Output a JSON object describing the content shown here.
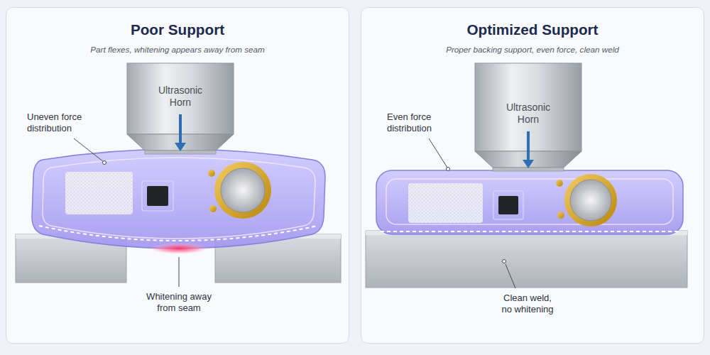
{
  "diagram": {
    "nodes": [
      {
        "text": [
          "Poor Support",
          "Part flexes, whitening appears away from seam"
        ]
      },
      {
        "text": [
          "Ultrasonic Horn"
        ],
        "in": 0
      },
      {
        "text": [
          "Optimized Support",
          "Proper backing support, even force, clean weld"
        ]
      },
      {
        "text": [
          "Ultrasonic Horn"
        ],
        "in": 2
      }
    ],
    "labels": [
      "Uneven force distribution",
      "Whitening away from seam",
      "Even force distribution",
      "Clean weld, no whitening"
    ]
  }
}
